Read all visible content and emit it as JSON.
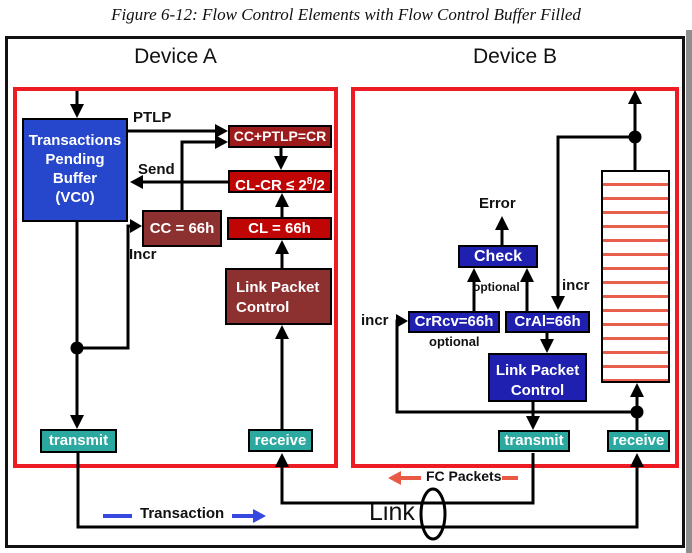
{
  "title": "Figure 6-12: Flow Control Elements with Flow Control Buffer Filled",
  "devices": {
    "a": {
      "label": "Device A",
      "buffer": {
        "line1": "Transactions",
        "line2": "Pending",
        "line3": "Buffer",
        "line4": "(VC0)"
      },
      "boxes": {
        "cc_ptlp": "CC+PTLP=CR",
        "cl_cr_prefix": "CL-CR ≤ 2",
        "cl_cr_sup": "8",
        "cl_cr_suffix": "/2",
        "cc": "CC = 66h",
        "cl": "CL = 66h",
        "lpc_line1": "Link Packet",
        "lpc_line2": "Control"
      },
      "labels": {
        "ptlp": "PTLP",
        "send": "Send",
        "incr": "Incr"
      },
      "transmit_label": "transmit",
      "receive_label": "receive"
    },
    "b": {
      "label": "Device B",
      "boxes": {
        "check": "Check",
        "crrcv": "CrRcv=66h",
        "cral": "CrAl=66h",
        "lpc_line1": "Link Packet",
        "lpc_line2": "Control"
      },
      "labels": {
        "error": "Error",
        "optional_upper": "optional",
        "optional_lower": "optional",
        "incr_cral": "incr",
        "incr_crrcv": "incr"
      },
      "transmit_label": "transmit",
      "receive_label": "receive",
      "fc_buffer_state": "filled"
    }
  },
  "link": {
    "label": "Link",
    "fc_packets": "FC Packets",
    "transaction": "Transaction"
  },
  "colors": {
    "frame_red": "#ed1c24",
    "buffer_blue": "#2646cc",
    "dark_blue": "#2020b0",
    "maroon": "#8d3030",
    "dark_red": "#9e1b1b",
    "bright_red": "#c00505",
    "teal": "#2ba89f",
    "fc_salmon": "#e85a44",
    "buffer_stripe": "#e8604c",
    "transaction_blue": "#3648dd"
  }
}
